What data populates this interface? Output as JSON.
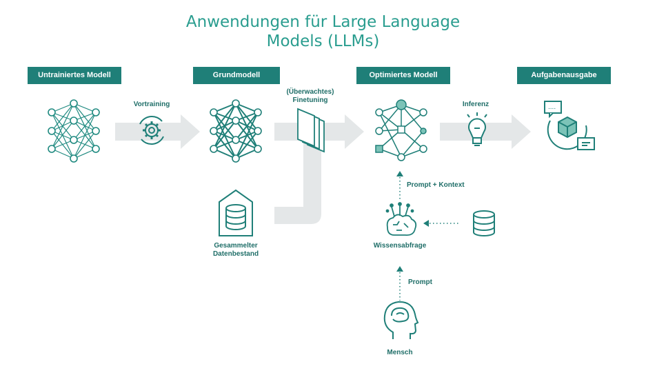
{
  "title": {
    "line1": "Anwendungen für Large Language",
    "line2": "Models (LLMs)"
  },
  "headers": {
    "untrained": "Untrainiertes Modell",
    "base": "Grundmodell",
    "optimized": "Optimiertes Modell",
    "output": "Aufgabenausgabe"
  },
  "labels": {
    "pretraining": "Vortraining",
    "finetuning_line1": "(Überwachtes)",
    "finetuning_line2": "Finetuning",
    "inference": "Inferenz",
    "dataset_line1": "Gesammelter",
    "dataset_line2": "Datenbestand",
    "prompt_context": "Prompt + Kontext",
    "retrieval": "Wissensabfrage",
    "prompt": "Prompt",
    "human": "Mensch"
  },
  "colors": {
    "teal": "#1f7f78",
    "title": "#2a9d8f",
    "arrow": "#e4e7e8",
    "light_teal": "#7cc3b8"
  },
  "icons": [
    "neural-network-icon",
    "gear-icon",
    "document-stack-icon",
    "database-icon",
    "lightbulb-icon",
    "output-cube-icon",
    "ai-brain-icon",
    "human-head-icon"
  ]
}
